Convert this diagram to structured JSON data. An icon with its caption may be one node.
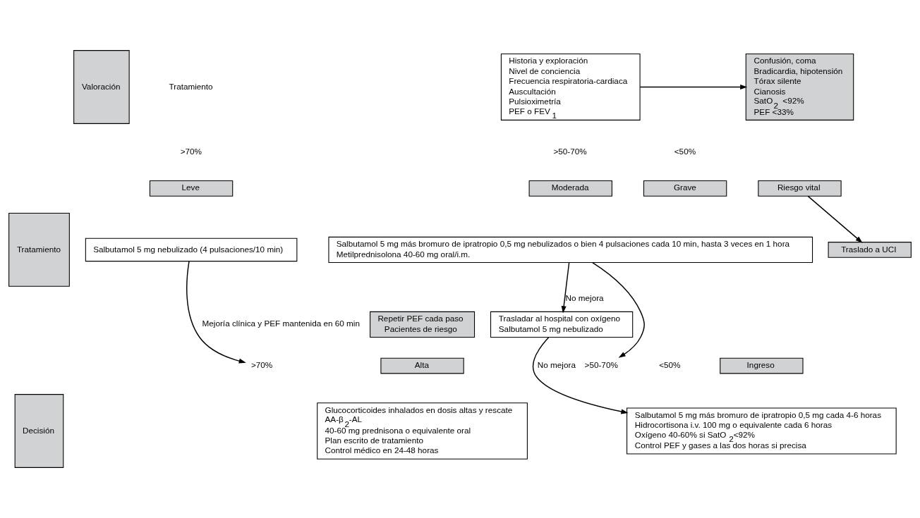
{
  "diagram": {
    "nodes": [
      {
        "text": [
          "Valoración"
        ]
      },
      {
        "text": [
          "Tratamiento"
        ]
      },
      {
        "text": [
          "Decisión"
        ]
      },
      {
        "text": [
          "Historia y exploración",
          "Nivel de conciencia",
          "Frecuencia respiratoria-cardiaca",
          "Auscultación",
          "Pulsioximetría",
          "PEF o FEV$_{1}$"
        ]
      },
      {
        "text": [
          "Confusión, coma",
          "Bradicardia, hipotensión",
          "Tórax silente",
          "Cianosis",
          "SatO$_{2}$ <92%",
          "PEF <33%"
        ]
      },
      {
        "text": [
          "Leve"
        ]
      },
      {
        "text": [
          "Moderada"
        ]
      },
      {
        "text": [
          "Grave"
        ]
      },
      {
        "text": [
          "Riesgo vital"
        ]
      },
      {
        "text": [
          "Salbutamol 5 mg nebulizado (4 pulsaciones/10 min)"
        ]
      },
      {
        "text": [
          "Salbutamol 5 mg más bromuro de ipratropio 0,5 mg nebulizados o bien 4 pulsaciones cada 10 min, hasta 3 veces en 1 hora",
          "Metilprednisolona 40-60 mg oral/i.m."
        ]
      },
      {
        "text": [
          "Traslado a UCI"
        ]
      },
      {
        "text": [
          "Repetir PEF cada paso",
          "Pacientes de riesgo"
        ]
      },
      {
        "text": [
          "Trasladar al hospital con oxígeno",
          "Salbutamol 5 mg nebulizado"
        ]
      },
      {
        "text": [
          ">70%"
        ]
      },
      {
        "text": [
          "Alta"
        ]
      },
      {
        "text": [
          ">50-70%"
        ]
      },
      {
        "text": [
          "Ingreso"
        ]
      },
      {
        "text": [
          "Glucocorticoides inhalados en dosis altas y rescate",
          "AA-β$_{2}$-AL",
          "40-60 mg prednisona o equivalente oral",
          "Plan escrito de tratamiento",
          "Control médico en 24-48 horas"
        ]
      },
      {
        "text": [
          "Salbutamol 5 mg más bromuro de ipratropio 0,5 mg cada 4-6 horas",
          "Hidrocortisona i.v. 100 mg o equivalente cada 6 horas",
          "Oxígeno 40-60% si SatO$_{2}$<92%",
          "Control PEF y gases a las dos horas si precisa"
        ]
      }
    ],
    "edges": [
      {
        "from": 3,
        "to": 4,
        "arrow": "to"
      },
      {
        "from": 8,
        "to": 11,
        "arrow": "to"
      },
      {
        "from": 9,
        "to": 14,
        "arrow": "to",
        "label": "Mejoría clínica y PEF mantenida en 60 min"
      },
      {
        "from": 10,
        "to": 16,
        "arrow": "to"
      },
      {
        "from": 10,
        "to": 13,
        "arrow": "to",
        "label": "No mejora"
      },
      {
        "from": 13,
        "to": 19,
        "arrow": "to",
        "label": "No mejora"
      }
    ],
    "labels": [
      "Tratamiento",
      ">70%",
      ">50-70%",
      "<50%",
      "<50%"
    ]
  }
}
